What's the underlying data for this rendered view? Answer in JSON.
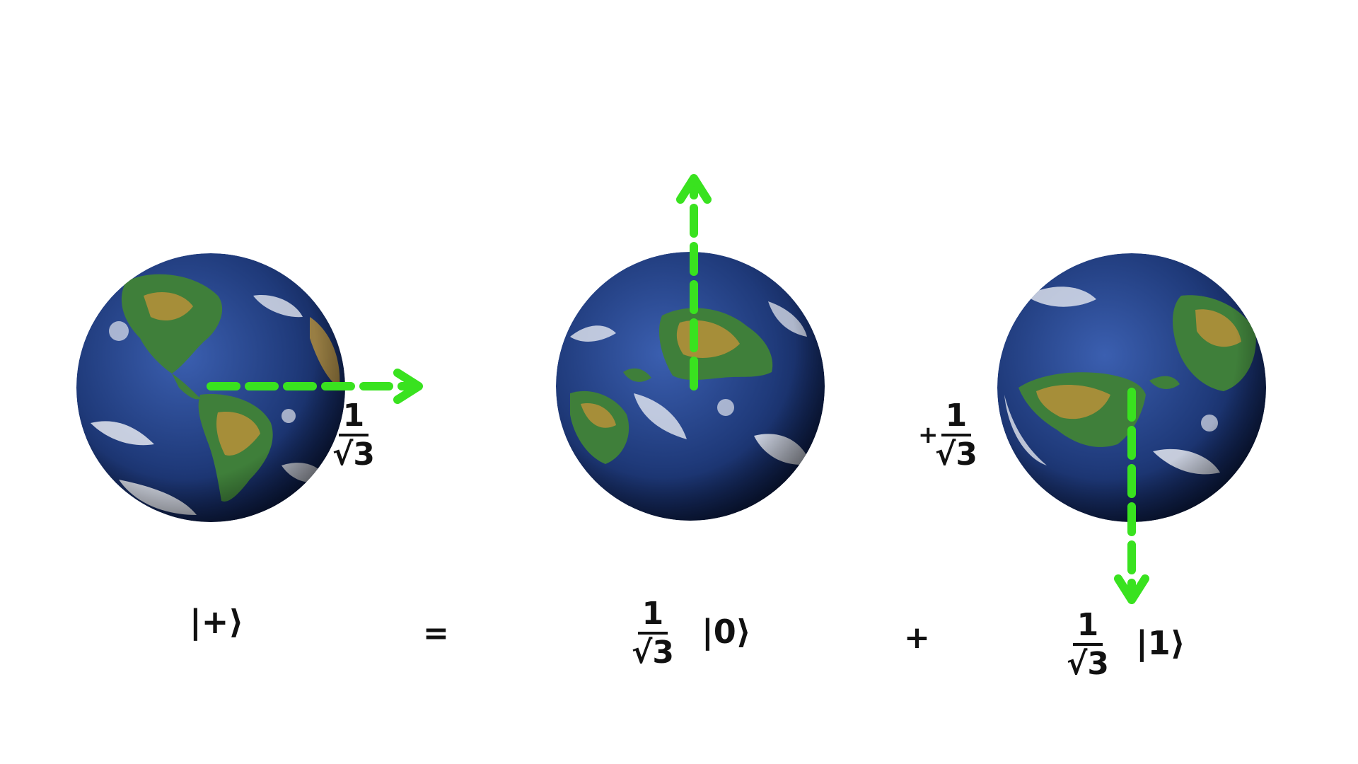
{
  "colors": {
    "arrow": "#39e21f",
    "ocean": "#1f3a7a",
    "land": "#3f7f3a",
    "desert": "#b8913a",
    "cloud": "#ffffff",
    "text": "#111111"
  },
  "diagram": {
    "globes": [
      {
        "id": "globe-plus",
        "arrow_direction": "right",
        "coefficient": {
          "numerator": "1",
          "denominator": "√3"
        }
      },
      {
        "id": "globe-zero",
        "arrow_direction": "up"
      },
      {
        "id": "globe-one",
        "arrow_direction": "down",
        "coefficient": {
          "sign": "+",
          "numerator": "1",
          "denominator": "√3"
        }
      }
    ],
    "equation": {
      "lhs_ket": "|+⟩",
      "equals": "=",
      "term1": {
        "numerator": "1",
        "denominator": "√3",
        "ket": "|0⟩"
      },
      "plus": "+",
      "term2": {
        "numerator": "1",
        "denominator": "√3",
        "ket": "|1⟩"
      }
    }
  }
}
